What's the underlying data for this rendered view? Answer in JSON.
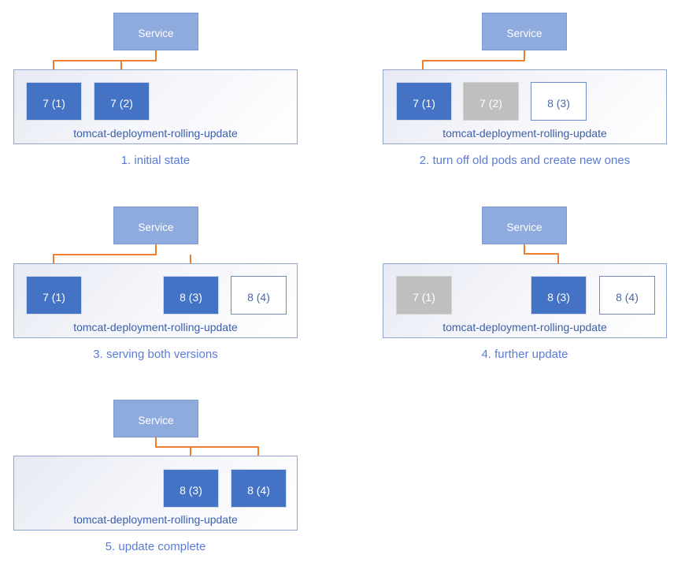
{
  "service_label": "Service",
  "deployment_label": "tomcat-deployment-rolling-update",
  "panels": [
    {
      "caption": "1. initial state",
      "pods": [
        {
          "label": "7 (1)",
          "state": "active"
        },
        {
          "label": "7 (2)",
          "state": "active"
        }
      ]
    },
    {
      "caption": "2. turn off old pods and create new ones",
      "pods": [
        {
          "label": "7 (1)",
          "state": "active"
        },
        {
          "label": "7 (2)",
          "state": "inactive"
        },
        {
          "label": "8 (3)",
          "state": "pending"
        }
      ]
    },
    {
      "caption": "3. serving both versions",
      "pods": [
        {
          "label": "7 (1)",
          "state": "active"
        },
        {
          "label": "8 (3)",
          "state": "active"
        },
        {
          "label": "8 (4)",
          "state": "pending"
        }
      ]
    },
    {
      "caption": "4. further update",
      "pods": [
        {
          "label": "7 (1)",
          "state": "inactive"
        },
        {
          "label": "8 (3)",
          "state": "active"
        },
        {
          "label": "8 (4)",
          "state": "pending"
        }
      ]
    },
    {
      "caption": "5. update complete",
      "pods": [
        {
          "label": "8 (3)",
          "state": "active"
        },
        {
          "label": "8 (4)",
          "state": "active"
        }
      ]
    }
  ],
  "colors": {
    "service_fill": "#8FAADC",
    "service_border": "#7C9AD0",
    "pod_active_fill": "#4472C4",
    "pod_active_text": "#FFFFFF",
    "pod_inactive_fill": "#BFBFBF",
    "pod_inactive_text": "#FFFFFF",
    "pod_pending_border": "#6C8CC9",
    "pod_pending_text": "#4A69A8",
    "deployment_border": "#93A5CD",
    "deployment_label_text": "#3B5FA8",
    "caption_text": "#5B7BD5",
    "arrow": "#ED7D31"
  }
}
